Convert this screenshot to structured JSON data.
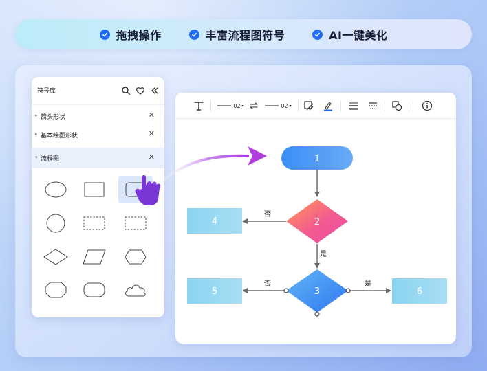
{
  "features": [
    {
      "label": "拖拽操作"
    },
    {
      "label": "丰富流程图符号"
    },
    {
      "label": "AI一键美化"
    }
  ],
  "symbol_panel": {
    "title": "符号库",
    "sections": [
      {
        "label": "箭头形状",
        "expanded": false
      },
      {
        "label": "基本绘图形状",
        "expanded": false
      },
      {
        "label": "流程图",
        "expanded": true
      }
    ],
    "shapes": [
      "ellipse",
      "rectangle",
      "rounded-rectangle",
      "circle",
      "dashed-rectangle",
      "dashed-rectangle",
      "diamond",
      "parallelogram",
      "hexagon",
      "octagon",
      "stadium",
      "cloud"
    ]
  },
  "toolbar": {
    "line_width_1": "02",
    "line_width_2": "02"
  },
  "flowchart": {
    "nodes": [
      {
        "id": "n1",
        "label": "1",
        "shape": "terminator"
      },
      {
        "id": "n2",
        "label": "2",
        "shape": "decision"
      },
      {
        "id": "n3",
        "label": "3",
        "shape": "decision"
      },
      {
        "id": "n4",
        "label": "4",
        "shape": "process"
      },
      {
        "id": "n5",
        "label": "5",
        "shape": "process"
      },
      {
        "id": "n6",
        "label": "6",
        "shape": "process"
      }
    ],
    "edge_labels": {
      "n2_to_n4": "否",
      "n2_to_n3": "是",
      "n3_to_n5": "否",
      "n3_to_n6": "是"
    }
  },
  "colors": {
    "check": "#1f6bf2",
    "terminator": "#4a90f5",
    "decision_pink": "#f0569b",
    "decision_orange": "#ff8a5c",
    "decision_blue": "#3f86f2",
    "process": "#8fd3f0",
    "arrow_purple": "#b04ee6"
  }
}
